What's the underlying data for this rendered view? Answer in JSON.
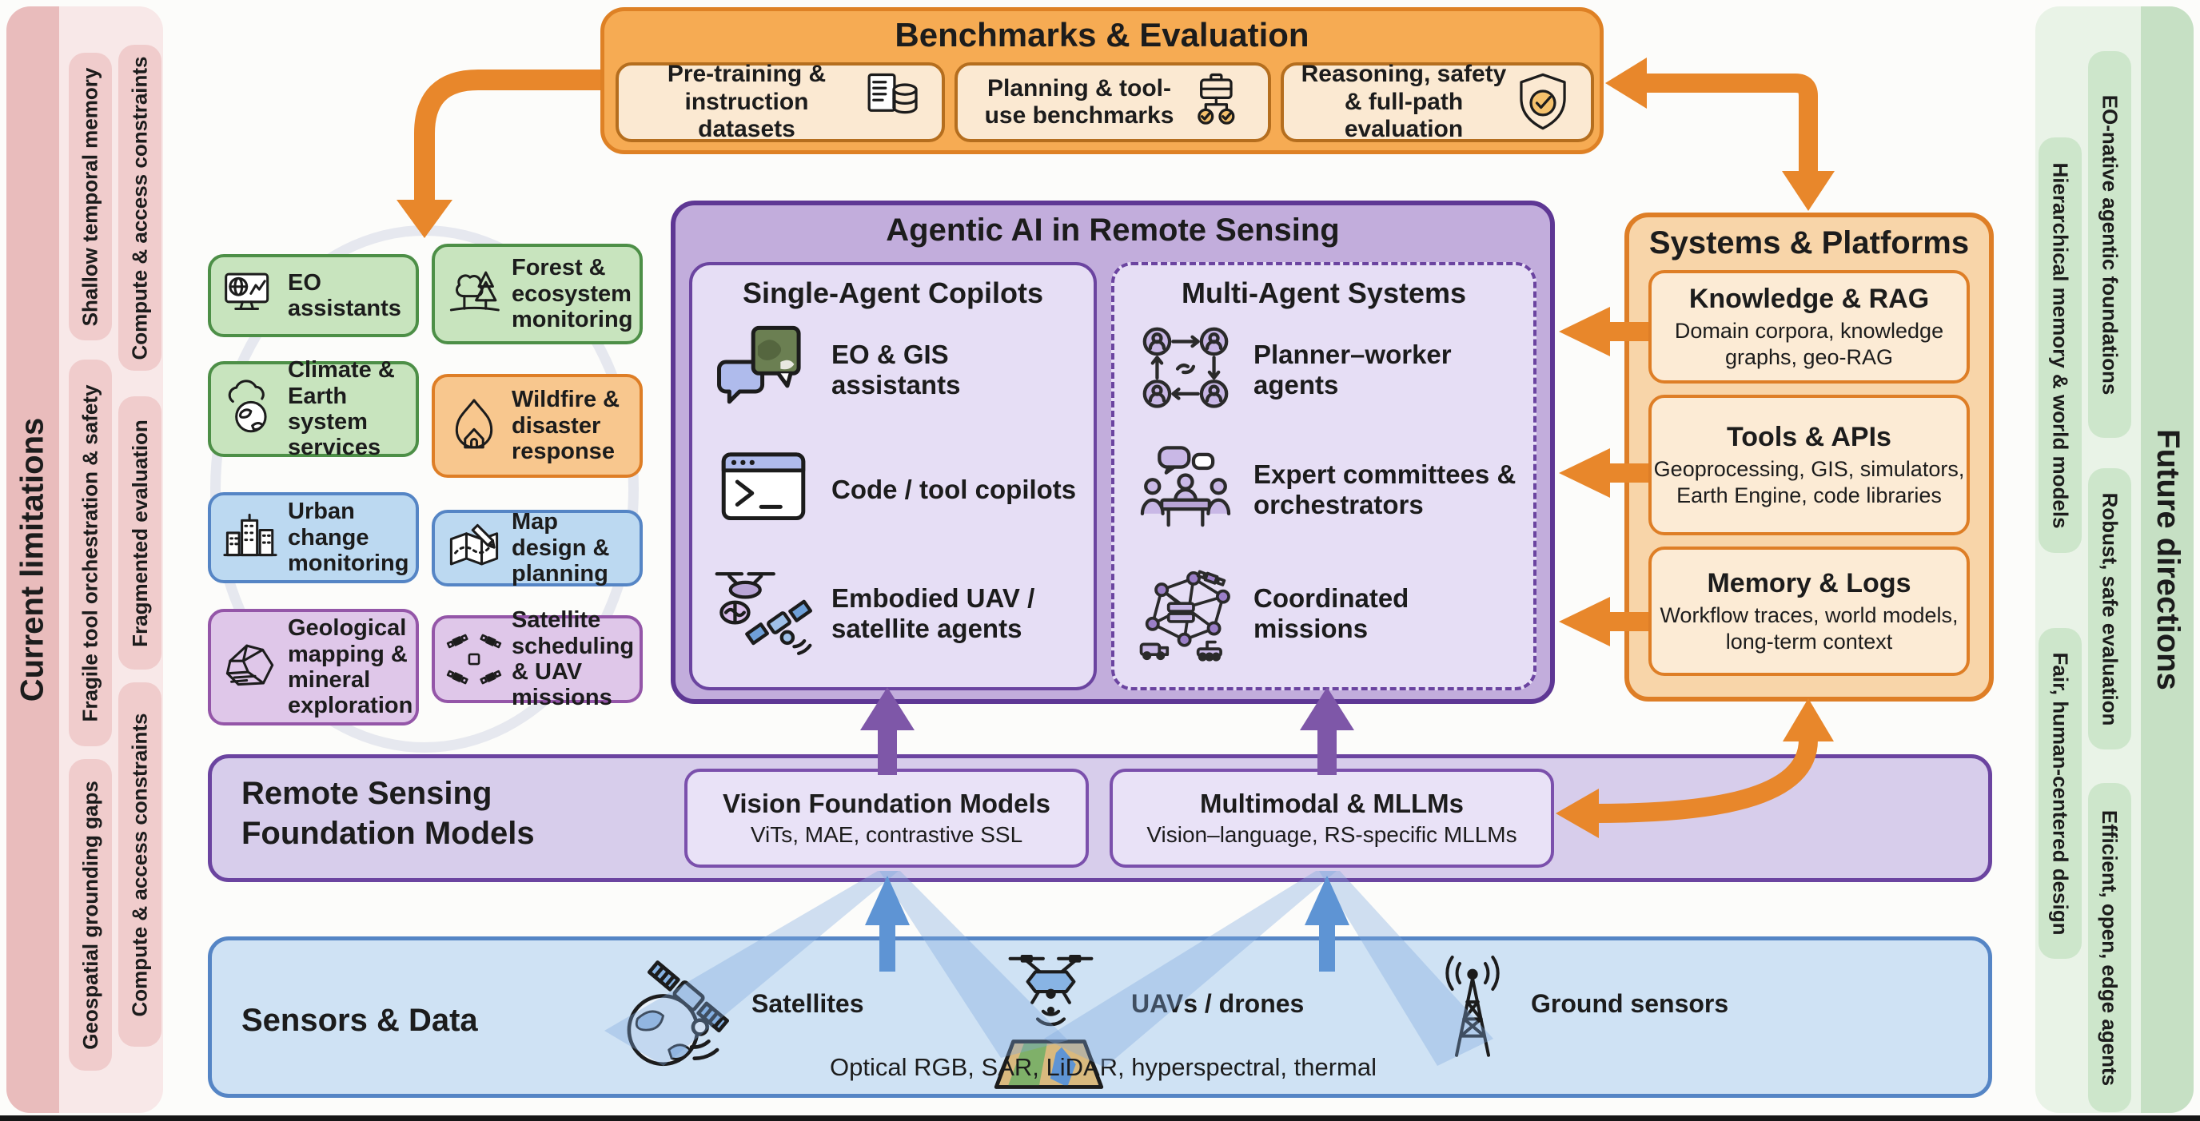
{
  "figure": {
    "left_sidebar": {
      "title": "Current limitations",
      "col1": [
        "Shallow temporal memory",
        "Fragile tool orchestration & safety",
        "Geospatial grounding gaps"
      ],
      "col2": [
        "Compute & access constraints",
        "Fragmented evaluation",
        "Compute & access constraints"
      ]
    },
    "right_sidebar": {
      "title": "Future directions",
      "col_inner": [
        "Hierarchical memory & world models",
        "Fair, human-centered design"
      ],
      "col_outer": [
        "EO-native agentic foundations",
        "Robust, safe evaluation",
        "Efficient, open, edge agents"
      ]
    },
    "benchmarks": {
      "title": "Benchmarks & Evaluation",
      "items": [
        {
          "label": "Pre-training & instruction datasets",
          "icon": "documents-database-icon"
        },
        {
          "label": "Planning & tool-use benchmarks",
          "icon": "briefcase-flowchart-icon"
        },
        {
          "label": "Reasoning, safety & full-path evaluation",
          "icon": "shield-check-icon"
        }
      ]
    },
    "applications": [
      {
        "label": "EO assistants",
        "icon": "monitor-globe-icon",
        "theme": "green"
      },
      {
        "label": "Forest & ecosystem monitoring",
        "icon": "trees-icon",
        "theme": "green"
      },
      {
        "label": "Climate & Earth system services",
        "icon": "cloud-earth-icon",
        "theme": "green"
      },
      {
        "label": "Wildfire & disaster response",
        "icon": "flame-house-icon",
        "theme": "orange"
      },
      {
        "label": "Urban change monitoring",
        "icon": "buildings-icon",
        "theme": "blue"
      },
      {
        "label": "Map design & planning",
        "icon": "map-pencil-icon",
        "theme": "blue"
      },
      {
        "label": "Geological mapping & mineral exploration",
        "icon": "rock-icon",
        "theme": "purple"
      },
      {
        "label": "Satellite scheduling & UAV missions",
        "icon": "satellite-cluster-icon",
        "theme": "purple"
      }
    ],
    "agentic": {
      "title": "Agentic AI in Remote Sensing",
      "single_agent": {
        "title": "Single-Agent Copilots",
        "items": [
          {
            "label": "EO & GIS assistants",
            "icon": "chat-satellite-image-icon"
          },
          {
            "label": "Code / tool copilots",
            "icon": "terminal-window-icon"
          },
          {
            "label": "Embodied UAV / satellite agents",
            "icon": "drone-brain-satellite-icon"
          }
        ]
      },
      "multi_agent": {
        "title": "Multi-Agent Systems",
        "items": [
          {
            "label": "Planner–worker agents",
            "icon": "agent-cycle-icon"
          },
          {
            "label": "Expert committees & orchestrators",
            "icon": "committee-table-icon"
          },
          {
            "label": "Coordinated missions",
            "icon": "mission-network-icon"
          }
        ]
      }
    },
    "systems": {
      "title": "Systems & Platforms",
      "cards": [
        {
          "title": "Knowledge & RAG",
          "desc": "Domain corpora, knowledge graphs, geo-RAG"
        },
        {
          "title": "Tools & APIs",
          "desc": "Geoprocessing, GIS, simulators, Earth Engine, code libraries"
        },
        {
          "title": "Memory & Logs",
          "desc": "Workflow traces, world models, long-term context"
        }
      ]
    },
    "foundation": {
      "title_line1": "Remote Sensing",
      "title_line2": "Foundation Models",
      "boxes": [
        {
          "title": "Vision Foundation Models",
          "desc": "ViTs, MAE, contrastive SSL"
        },
        {
          "title": "Multimodal & MLLMs",
          "desc": "Vision–language, RS-specific MLLMs"
        }
      ]
    },
    "sensors": {
      "title": "Sensors & Data",
      "items": [
        {
          "label": "Satellites",
          "icon": "earth-satellite-icon"
        },
        {
          "label": "UAVs / drones",
          "icon": "drone-icon"
        },
        {
          "label": "Ground sensors",
          "icon": "radio-tower-icon"
        }
      ],
      "caption": "Optical RGB, SAR, LiDAR, hyperspectral, thermal"
    },
    "colors": {
      "orange_accent": "#E8872B",
      "purple_accent": "#6B44A0",
      "blue_accent": "#5585C5",
      "green_accent": "#4D8F47",
      "pink_sidebar": "#E9BCBC",
      "green_sidebar": "#C6E0C4"
    }
  }
}
